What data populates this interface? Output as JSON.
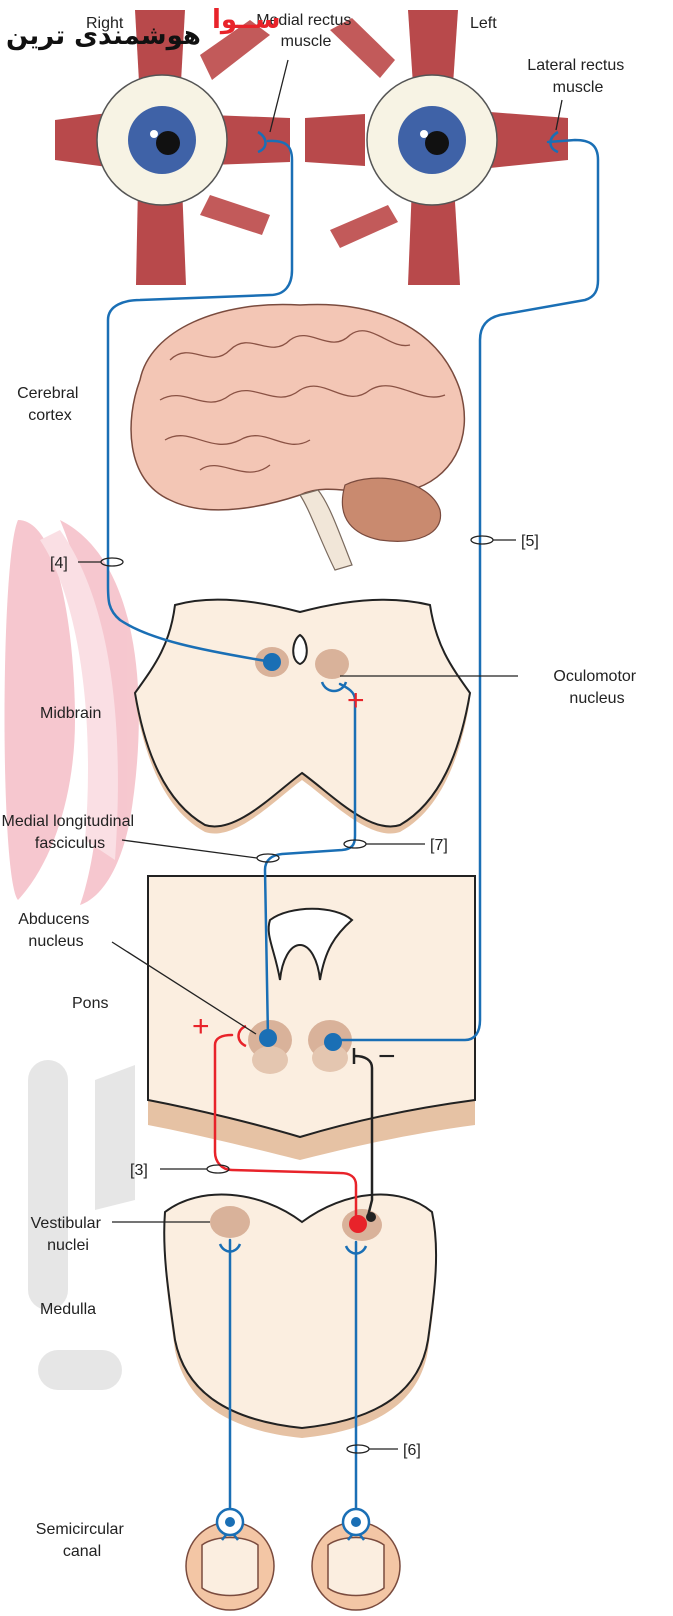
{
  "labels": {
    "right": "Right",
    "left": "Left",
    "medial_rectus": [
      "Medial rectus",
      "muscle"
    ],
    "lateral_rectus": [
      "Lateral rectus",
      "muscle"
    ],
    "cerebral_cortex": [
      "Cerebral",
      "cortex"
    ],
    "ref4": "[4]",
    "ref5": "[5]",
    "ref3": "[3]",
    "ref6": "[6]",
    "ref7": "[7]",
    "midbrain": "Midbrain",
    "oculomotor": [
      "Oculomotor",
      "nucleus"
    ],
    "mlf": [
      "Medial longitudinal",
      "fasciculus"
    ],
    "abducens": [
      "Abducens",
      "nucleus"
    ],
    "pons": "Pons",
    "vestibular": [
      "Vestibular",
      "nuclei"
    ],
    "medulla": "Medulla",
    "semicircular": [
      "Semicircular",
      "canal"
    ]
  },
  "signs": {
    "excite": "+",
    "inhibit": "−"
  },
  "watermark": {
    "persian_text": "هوشمندی ترین",
    "brand_text": "ســوا"
  },
  "colors": {
    "excitatory_pathway": "#1a6fb5",
    "inhibitory_pathway": "#e8232a",
    "inhibitory_neuron": "#222222",
    "tissue": "#fbeee0",
    "nucleus": "#d9b29a",
    "muscle": "#b8494b",
    "brain": "#f3c6b5"
  }
}
